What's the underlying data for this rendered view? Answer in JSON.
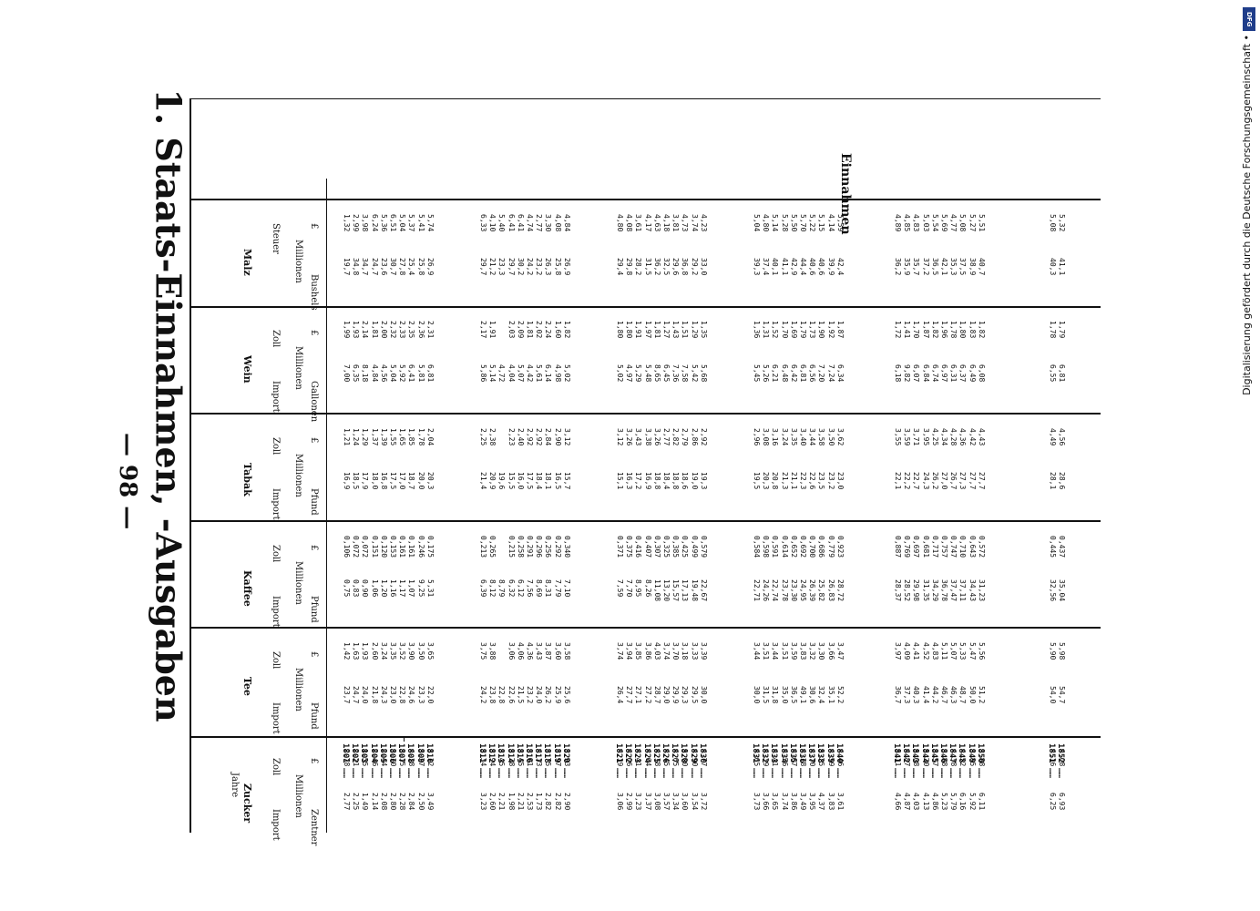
{
  "page_number": "— 98 —",
  "heading": "1. Staats-Einnahmen, -Ausgaben",
  "section": "Einnahmen",
  "footer_note": "Digitalisierung gefördert durch die Deutsche Forschungsgemeinschaft •",
  "logo": "DFG",
  "columns": {
    "year": "Jahre",
    "groups": [
      {
        "name": "Zucker",
        "sub": [
          "Import",
          "Zoll"
        ],
        "unit_top": "Millionen",
        "units": [
          "Zentner",
          "£"
        ]
      },
      {
        "name": "Tee",
        "sub": [
          "Import",
          "Zoll"
        ],
        "unit_top": "Millionen",
        "units": [
          "Pfund",
          "£"
        ]
      },
      {
        "name": "Kaffee",
        "sub": [
          "Import",
          "Zoll"
        ],
        "unit_top": "Millionen",
        "units": [
          "Pfund",
          "£"
        ]
      },
      {
        "name": "Tabak",
        "sub": [
          "Import",
          "Zoll"
        ],
        "unit_top": "Millionen",
        "units": [
          "Pfund",
          "£"
        ]
      },
      {
        "name": "Wein",
        "sub": [
          "Import",
          "Zoll"
        ],
        "unit_top": "Millionen",
        "units": [
          "Gallonen",
          "£"
        ]
      },
      {
        "name": "Malz",
        "sub": [
          "",
          "Steuer"
        ],
        "unit_top": "Millionen",
        "units": [
          "Bushels",
          "£"
        ]
      }
    ]
  },
  "rows": [
    {
      "y": "1801",
      "v": [
        "2,77",
        "2,78",
        "23,7",
        "1,42",
        "0,75",
        "0,106",
        "16,9",
        "1,21",
        "7,00",
        "1,99",
        "19,7",
        "1,32"
      ]
    },
    {
      "y": "1802",
      "v": [
        "2,25",
        "2,21",
        "24,7",
        "1,63",
        "0,83",
        "0,072",
        "18,5",
        "1,24",
        "6,35",
        "1,93",
        "34,8",
        "2,99"
      ]
    },
    {
      "y": "1803",
      "v": [
        "1,49",
        "1,55",
        "24,0",
        "1,93",
        "0,90",
        "0,072",
        "17,9",
        "1,29",
        "8,18",
        "2,14",
        "34,7",
        "3,98"
      ]
    },
    {
      "y": "1804",
      "v": [
        "2,14",
        "2,46",
        "21,8",
        "2,60",
        "1,06",
        "0,151",
        "18,0",
        "1,37",
        "4,84",
        "1,81",
        "24,7",
        "6,24"
      ]
    },
    {
      "y": "1805",
      "v": [
        "2,08",
        "2,44",
        "24,3",
        "3,24",
        "1,20",
        "0,120",
        "16,8",
        "1,39",
        "4,56",
        "2,00",
        "23,6",
        "5,36"
      ]
    },
    {
      "y": "1806",
      "v": [
        "2,80",
        "3,10",
        "23,0",
        "3,35",
        "1,16",
        "0,153",
        "17,5",
        "1,55",
        "5,04",
        "2,32",
        "30,7",
        "6,51"
      ]
    },
    {
      "y": "1807",
      "v": [
        "2,28",
        "3,15",
        "22,8",
        "3,52",
        "1,17",
        "0,161",
        "17,0",
        "1,65",
        "5,92",
        "2,33",
        "27,8",
        "5,04"
      ]
    },
    {
      "y": "1808",
      "v": [
        "2,84",
        "4,18",
        "24,6",
        "3,90",
        "1,07",
        "0,161",
        "18,7",
        "1,85",
        "6,41",
        "2,35",
        "25,4",
        "5,37"
      ]
    },
    {
      "y": "1809",
      "v": [
        "2,50",
        "3,27",
        "23,3",
        "3,50",
        "9,25",
        "0,246",
        "20,0",
        "1,78",
        "5,81",
        "2,36",
        "25,8",
        "5,41"
      ]
    },
    {
      "y": "1810",
      "v": [
        "3,49",
        "3,12",
        "22,0",
        "3,65",
        "5,31",
        "0,175",
        "20,3",
        "2,04",
        "6,81",
        "2,31",
        "26,9",
        "5,74"
      ]
    },
    {
      "y": "1811",
      "v": [
        "3,23",
        "3,34",
        "24,2",
        "3,75",
        "6,39",
        "0,213",
        "21,4",
        "2,25",
        "5,86",
        "2,17",
        "29,7",
        "6,33"
      ]
    },
    {
      "y": "1812",
      "v": [
        "2,60",
        "3,94",
        "23,8",
        "3,88",
        "8,12",
        "0,265",
        "20,9",
        "2,38",
        "5,14",
        "1,91",
        "21,2",
        "4,10"
      ]
    },
    {
      "y": "1813",
      "v": [
        "2,21",
        "3,45",
        "22,8",
        "",
        "8,79",
        "",
        "19,6",
        "",
        "4,72",
        "",
        "23,3",
        "5,40"
      ]
    },
    {
      "y": "1814",
      "v": [
        "1,98",
        "3,28",
        "22,6",
        "3,06",
        "6,32",
        "0,215",
        "15,5",
        "2,23",
        "4,04",
        "2,03",
        "29,7",
        "6,41"
      ]
    },
    {
      "y": "1815",
      "v": [
        "2,21",
        "3,45",
        "21,5",
        "4,06",
        "6,12",
        "0,258",
        "16,0",
        "2,40",
        "5,07",
        "2,09",
        "30,2",
        "6,41"
      ]
    },
    {
      "y": "1816",
      "v": [
        "2,53",
        "3,01",
        "23,2",
        "4,36",
        "7,56",
        "0,291",
        "17,5",
        "2,92",
        "4,42",
        "1,81",
        "24,2",
        "4,74"
      ]
    },
    {
      "y": "1817",
      "v": [
        "1,73",
        "4,13",
        "24,0",
        "3,43",
        "8,69",
        "0,296",
        "18,4",
        "2,92",
        "5,61",
        "2,02",
        "23,2",
        "2,77"
      ]
    },
    {
      "y": "1818",
      "v": [
        "2,82",
        "3,75",
        "26,2",
        "3,87",
        "8,31",
        "0,256",
        "18,1",
        "2,84",
        "6,14",
        "2,24",
        "26,3",
        "3,30"
      ]
    },
    {
      "y": "1819",
      "v": [
        "2,82",
        "3,97",
        "25,9",
        "3,60",
        "7,79",
        "0,292",
        "16,5",
        "2,90",
        "4,98",
        "1,60",
        "25,8",
        "4,08"
      ]
    },
    {
      "y": "1820",
      "v": [
        "2,90",
        "3,93",
        "25,6",
        "3,58",
        "7,10",
        "0,340",
        "15,7",
        "3,12",
        "5,02",
        "1,82",
        "26,9",
        "4,84"
      ]
    },
    {
      "y": "1821",
      "v": [
        "3,06",
        "4,19",
        "26,4",
        "3,74",
        "7,59",
        "0,371",
        "15,1",
        "3,12",
        "5,02",
        "1,80",
        "29,4",
        "4,80"
      ]
    },
    {
      "y": "1822",
      "v": [
        "2,99",
        "4,06",
        "27,7",
        "3,94",
        "7,70",
        "0,375",
        "16,3",
        "3,26",
        "4,97",
        "1,80",
        "29,8",
        "4,08"
      ]
    },
    {
      "y": "1823",
      "v": [
        "3,23",
        "4,41",
        "27,1",
        "3,85",
        "8,95",
        "0,416",
        "17,2",
        "3,43",
        "5,29",
        "1,91",
        "28,2",
        "3,61"
      ]
    },
    {
      "y": "1824",
      "v": [
        "3,37",
        "4,64",
        "27,2",
        "3,86",
        "8,26",
        "0,407",
        "16,9",
        "3,38",
        "5,48",
        "1,97",
        "31,5",
        "4,17"
      ]
    },
    {
      "y": "1825",
      "v": [
        "3,08",
        "4,18",
        "28,7",
        "4,03",
        "11,08",
        "0,307",
        "18,8",
        "3,26",
        "8,65",
        "1,81",
        "36,2",
        "4,63"
      ]
    },
    {
      "y": "1826",
      "v": [
        "3,57",
        "4,45",
        "29,0",
        "3,74",
        "13,20",
        "0,325",
        "18,4",
        "2,77",
        "6,45",
        "1,27",
        "32,5",
        "4,18"
      ]
    },
    {
      "y": "1827",
      "v": [
        "3,34",
        "4,65",
        "29,9",
        "3,70",
        "15,57",
        "0,385",
        "18,8",
        "2,82",
        "7,36",
        "1,43",
        "29,6",
        "3,81"
      ]
    },
    {
      "y": "1828",
      "v": [
        "3,60",
        "5,00",
        "29,3",
        "3,18",
        "17,13",
        "0,425",
        "18,6",
        "2,79",
        "7,58",
        "1,51",
        "36,8",
        "4,73"
      ]
    },
    {
      "y": "1829",
      "v": [
        "3,54",
        "4,90",
        "29,5",
        "3,33",
        "19,48",
        "0,499",
        "19,0",
        "2,86",
        "5,42",
        "1,29",
        "29,2",
        "3,74"
      ]
    },
    {
      "y": "1830",
      "v": [
        "3,72",
        "4,77",
        "30,0",
        "3,39",
        "22,67",
        "0,579",
        "19,3",
        "2,92",
        "5,68",
        "1,35",
        "33,0",
        "4,23"
      ]
    },
    {
      "y": "1831",
      "v": [
        "3,73",
        "4,65",
        "30,0",
        "3,44",
        "22,71",
        "0,584",
        "19,5",
        "2,96",
        "5,45",
        "1,36",
        "39,3",
        "5,04"
      ]
    },
    {
      "y": "1832",
      "v": [
        "3,66",
        "4,39",
        "31,5",
        "3,51",
        "24,26",
        "0,598",
        "20,3",
        "3,08",
        "5,26",
        "1,31",
        "37,4",
        "4,80"
      ]
    },
    {
      "y": "1833",
      "v": [
        "3,65",
        "4,41",
        "31,8",
        "3,44",
        "22,74",
        "0,591",
        "20,8",
        "3,16",
        "6,21",
        "1,52",
        "40,1",
        "5,14"
      ]
    },
    {
      "y": "1834",
      "v": [
        "3,74",
        "4,56",
        "35,0",
        "3,51",
        "23,78",
        "0,614",
        "21,3",
        "3,24",
        "6,48",
        "1,70",
        "41,1",
        "5,28"
      ]
    },
    {
      "y": "1835",
      "v": [
        "3,86",
        "4,67",
        "36,5",
        "3,59",
        "23,30",
        "0,652",
        "21,1",
        "3,35",
        "6,42",
        "1,69",
        "42,9",
        "5,50"
      ]
    },
    {
      "y": "1836",
      "v": [
        "3,49",
        "4,18",
        "49,1",
        "3,83",
        "24,95",
        "0,692",
        "22,3",
        "3,40",
        "6,81",
        "1,79",
        "44,4",
        "5,70"
      ]
    },
    {
      "y": "1837",
      "v": [
        "3,95",
        "4,70",
        "30,6",
        "3,32",
        "26,39",
        "0,700",
        "22,6",
        "3,44",
        "6,56",
        "1,73",
        "40,6",
        "5,22"
      ]
    },
    {
      "y": "1838",
      "v": [
        "4,37",
        "5,25",
        "32,4",
        "3,30",
        "25,82",
        "0,686",
        "23,5",
        "3,58",
        "7,20",
        "1,90",
        "40,6",
        "5,15"
      ]
    },
    {
      "y": "1839",
      "v": [
        "3,83",
        "4,59",
        "35,1",
        "3,66",
        "26,83",
        "0,779",
        "23,2",
        "3,50",
        "7,24",
        "1,92",
        "39,9",
        "4,14"
      ]
    },
    {
      "y": "1840",
      "v": [
        "3,61",
        "4,46",
        "52,2",
        "3,47",
        "28,72",
        "0,923",
        "23,0",
        "3,62",
        "6,34",
        "1,87",
        "42,4",
        "5,59"
      ]
    },
    {
      "y": "1841",
      "v": [
        "4,66",
        "5,11",
        "36,7",
        "3,97",
        "28,37",
        "0,887",
        "22,1",
        "3,55",
        "6,18",
        "1,72",
        "36,2",
        "4,89"
      ]
    },
    {
      "y": "1842",
      "v": [
        "4,87",
        "4,87",
        "37,3",
        "4,09",
        "28,52",
        "0,769",
        "22,2",
        "3,59",
        "9,82",
        "1,41",
        "35,9",
        "4,85"
      ]
    },
    {
      "y": "1843",
      "v": [
        "4,03",
        "5,08",
        "40,3",
        "4,41",
        "29,98",
        "0,697",
        "22,7",
        "3,71",
        "6,07",
        "1,70",
        "35,7",
        "4,83"
      ]
    },
    {
      "y": "1844",
      "v": [
        "4,13",
        "5,20",
        "41,4",
        "4,52",
        "31,35",
        "0,681",
        "24,3",
        "3,95",
        "6,84",
        "1,87",
        "37,2",
        "5,03"
      ]
    },
    {
      "y": "1845",
      "v": [
        "4,86",
        "3,57",
        "44,2",
        "4,83",
        "34,29",
        "0,717",
        "26,2",
        "4,25",
        "6,74",
        "1,82",
        "36,5",
        "5,54"
      ]
    },
    {
      "y": "1846",
      "v": [
        "5,23",
        "3,88",
        "46,7",
        "5,11",
        "36,78",
        "0,757",
        "27,0",
        "4,34",
        "6,97",
        "1,96",
        "42,1",
        "5,69"
      ]
    },
    {
      "y": "1847",
      "v": [
        "5,79",
        "4,38",
        "46,3",
        "5,07",
        "37,47",
        "0,747",
        "26,7",
        "4,28",
        "6,31",
        "1,78",
        "35,3",
        "4,77"
      ]
    },
    {
      "y": "1848",
      "v": [
        "6,16",
        "4,52",
        "48,7",
        "5,33",
        "37,11",
        "0,710",
        "27,3",
        "4,36",
        "6,37",
        "1,80",
        "37,5",
        "5,08"
      ]
    },
    {
      "y": "1849",
      "v": [
        "5,92",
        "3,85",
        "50,0",
        "5,47",
        "34,43",
        "0,643",
        "27,7",
        "4,42",
        "6,49",
        "1,83",
        "38,9",
        "5,27"
      ]
    },
    {
      "y": "1850",
      "v": [
        "6,11",
        "3,88",
        "51,2",
        "5,56",
        "31,23",
        "0,572",
        "27,7",
        "4,43",
        "6,08",
        "1,82",
        "40,7",
        "5,51"
      ]
    },
    {
      "y": "1851",
      "v": [
        "6,25",
        "4,16",
        "54,0",
        "5,90",
        "32,56",
        "0,445",
        "28,1",
        "4,49",
        "6,55",
        "1,78",
        "40,3",
        "5,08"
      ]
    },
    {
      "y": "1852",
      "v": [
        "6,93",
        "4,08",
        "54,7",
        "5,98",
        "35,04",
        "0,437",
        "28,6",
        "4,56",
        "6,81",
        "1,79",
        "41,1",
        "5,32"
      ]
    }
  ]
}
